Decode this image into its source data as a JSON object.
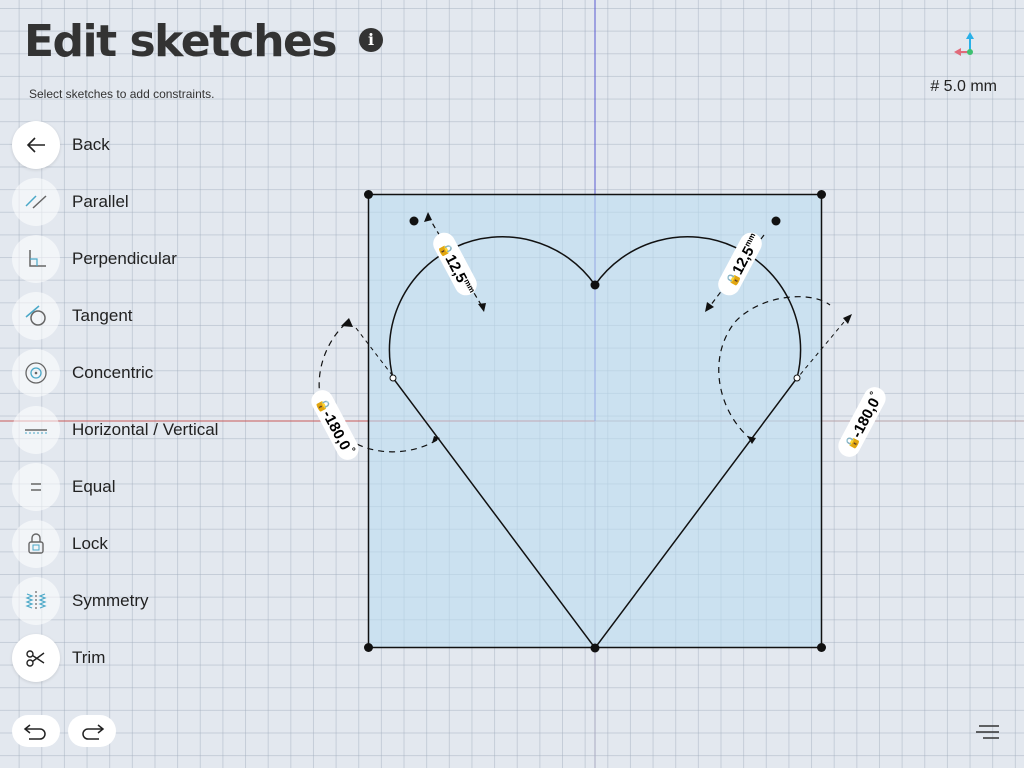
{
  "header": {
    "title": "Edit sketches",
    "info_icon_glyph": "i",
    "subtitle": "Select sketches to add constraints.",
    "grid_size": "# 5.0 mm"
  },
  "tools": [
    {
      "id": "back",
      "label": "Back",
      "icon": "arrow-left-icon",
      "active": true
    },
    {
      "id": "parallel",
      "label": "Parallel",
      "icon": "parallel-icon"
    },
    {
      "id": "perpendicular",
      "label": "Perpendicular",
      "icon": "perpendicular-icon"
    },
    {
      "id": "tangent",
      "label": "Tangent",
      "icon": "tangent-icon"
    },
    {
      "id": "concentric",
      "label": "Concentric",
      "icon": "concentric-icon"
    },
    {
      "id": "horizontal-vertical",
      "label": "Horizontal / Vertical",
      "icon": "horizontal-vertical-icon"
    },
    {
      "id": "equal",
      "label": "Equal",
      "icon": "equal-icon"
    },
    {
      "id": "lock",
      "label": "Lock",
      "icon": "lock-icon"
    },
    {
      "id": "symmetry",
      "label": "Symmetry",
      "icon": "symmetry-icon"
    },
    {
      "id": "trim",
      "label": "Trim",
      "icon": "scissors-icon",
      "active": true
    }
  ],
  "dimensions": {
    "radius_left": "12,5",
    "radius_right": "12,5",
    "radius_unit": "mm",
    "angle_left": "-180,0",
    "angle_right": "-180,0",
    "angle_unit": "°"
  },
  "bottom": {
    "undo_icon": "undo-icon",
    "redo_icon": "redo-icon",
    "menu_icon": "menu-icon"
  },
  "colors": {
    "background": "#e3e8ef",
    "sketch_fill": "#cfe3f0",
    "x_axis": "#c85a5a",
    "y_axis": "#5a5ad0"
  }
}
